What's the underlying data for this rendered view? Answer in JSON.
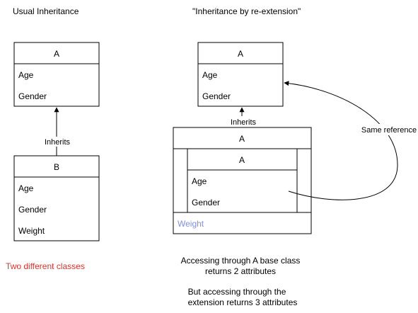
{
  "colors": {
    "stroke": "#000000",
    "background": "#ffffff",
    "weight_blue": "#7e8ff0",
    "note_red": "#e8302b"
  },
  "left": {
    "title": "Usual Inheritance",
    "class_a": {
      "name": "A",
      "fields": [
        "Age",
        "Gender"
      ]
    },
    "edge_label": "Inherits",
    "class_b": {
      "name": "B",
      "fields": [
        "Age",
        "Gender",
        "Weight"
      ]
    },
    "note": "Two different classes"
  },
  "right": {
    "title": "\"Inheritance by re-extension\"",
    "class_a": {
      "name": "A",
      "fields": [
        "Age",
        "Gender"
      ]
    },
    "edge_label": "Inherits",
    "outer": {
      "name": "A",
      "inner": {
        "name": "A",
        "fields": [
          "Age",
          "Gender"
        ]
      },
      "extra_field": "Weight"
    },
    "reference_label": "Same reference",
    "notes": [
      "Accessing through A base class",
      "returns 2 attributes",
      "But accessing through the",
      "extension returns 3 attributes"
    ]
  }
}
